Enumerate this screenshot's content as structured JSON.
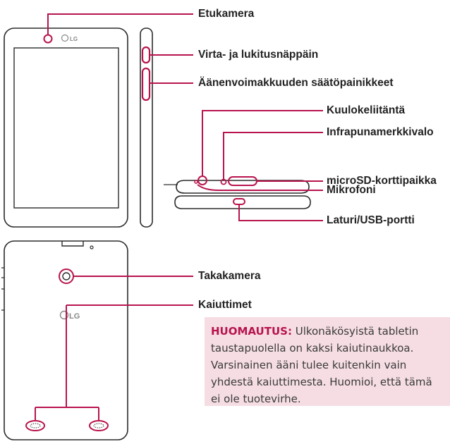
{
  "labels": {
    "front_camera": "Etukamera",
    "power_lock_key": "Virta- ja lukitusnäppäin",
    "volume_keys": "Äänenvoimakkuuden säätöpainikkeet",
    "headset_jack": "Kuulokeliitäntä",
    "ir_led": "Infrapunamerkkivalo",
    "microsd_slot": "microSD-korttipaikka",
    "microphone": "Mikrofoni",
    "charger_usb_port": "Laturi/USB-portti",
    "rear_camera": "Takakamera",
    "speakers": "Kaiuttimet"
  },
  "logo_text": "LG",
  "note": {
    "title": "HUOMAUTUS:",
    "line1": " Ulkonäkösyistä tabletin",
    "line2": "taustapuolella on kaksi kaiutinaukkoa.",
    "line3": "Varsinainen ääni tulee kuitenkin vain",
    "line4": "yhdestä kaiuttimesta. Huomioi, että tämä",
    "line5": "ei ole tuotevirhe."
  },
  "colors": {
    "accent": "#b8144e",
    "outline": "#2b2b2b",
    "note_background": "#f5dde3"
  }
}
